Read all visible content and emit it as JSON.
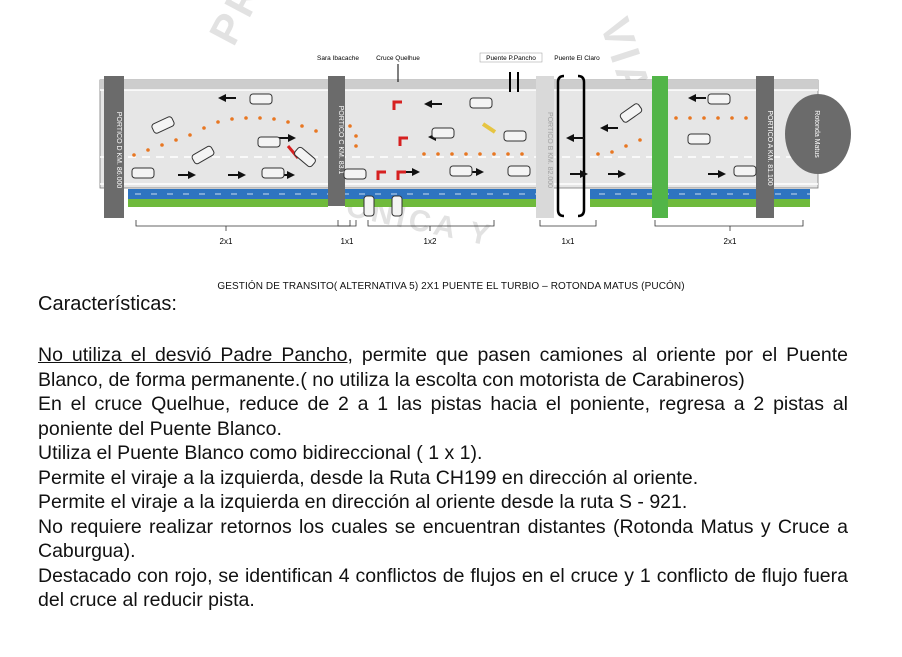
{
  "watermark": {
    "left": "PRE",
    "right": "VIAL",
    "bottom": "CNICA Y"
  },
  "diagram": {
    "top_labels": {
      "sara": "Sara Ibacache",
      "cruce": "Cruce Quelhue",
      "pancho": "Puente P.Pancho",
      "claro": "Puente El Claro"
    },
    "porticos": {
      "km86": "PORTICO D KM. 86.000",
      "km83": "PORTICO C KM. 83.1",
      "km82": "PORTICO B KM. 82.000",
      "km81": "PORTICO A KM. 81.100"
    },
    "rotonda": "Rotonda Matus",
    "segments": [
      "2x1",
      "1x1",
      "1x2",
      "1x1",
      "2x1"
    ]
  },
  "caption": "GESTIÓN DE TRANSITO( ALTERNATIVA 5) 2X1 PUENTE EL TURBIO – ROTONDA MATUS (PUCÓN)",
  "heading": "Características:",
  "paragraphs": {
    "p1_underlined": "No utiliza el desvió Padre Pancho",
    "p1_rest": ", permite que pasen camiones al oriente por el Puente Blanco, de forma permanente.( no utiliza la escolta con motorista de Carabineros)",
    "p2": "En el cruce Quelhue, reduce de 2 a 1 las pistas hacia el poniente, regresa a 2 pistas al poniente del Puente Blanco.",
    "p3": "Utiliza el Puente Blanco como bidireccional ( 1 x 1).",
    "p4": "Permite el viraje a la izquierda, desde la Ruta CH199 en dirección al oriente.",
    "p5": "Permite el viraje a la izquierda en dirección al oriente desde la ruta S - 921.",
    "p6": "No requiere realizar retornos los cuales se encuentran distantes (Rotonda Matus y Cruce a Caburgua).",
    "p7": "Destacado con rojo, se identifican 4 conflictos de flujos en el cruce y 1 conflicto de flujo fuera del cruce al reducir pista."
  },
  "colors": {
    "road": "#e4e4e4",
    "pavement": "#cfcfcf",
    "portico": "#6b6b6b",
    "bridge_pillar": "#4caf50",
    "river": "#2e74c0",
    "grass": "#6fba3c",
    "cone": "#e87722",
    "conflict": "#d62020"
  }
}
